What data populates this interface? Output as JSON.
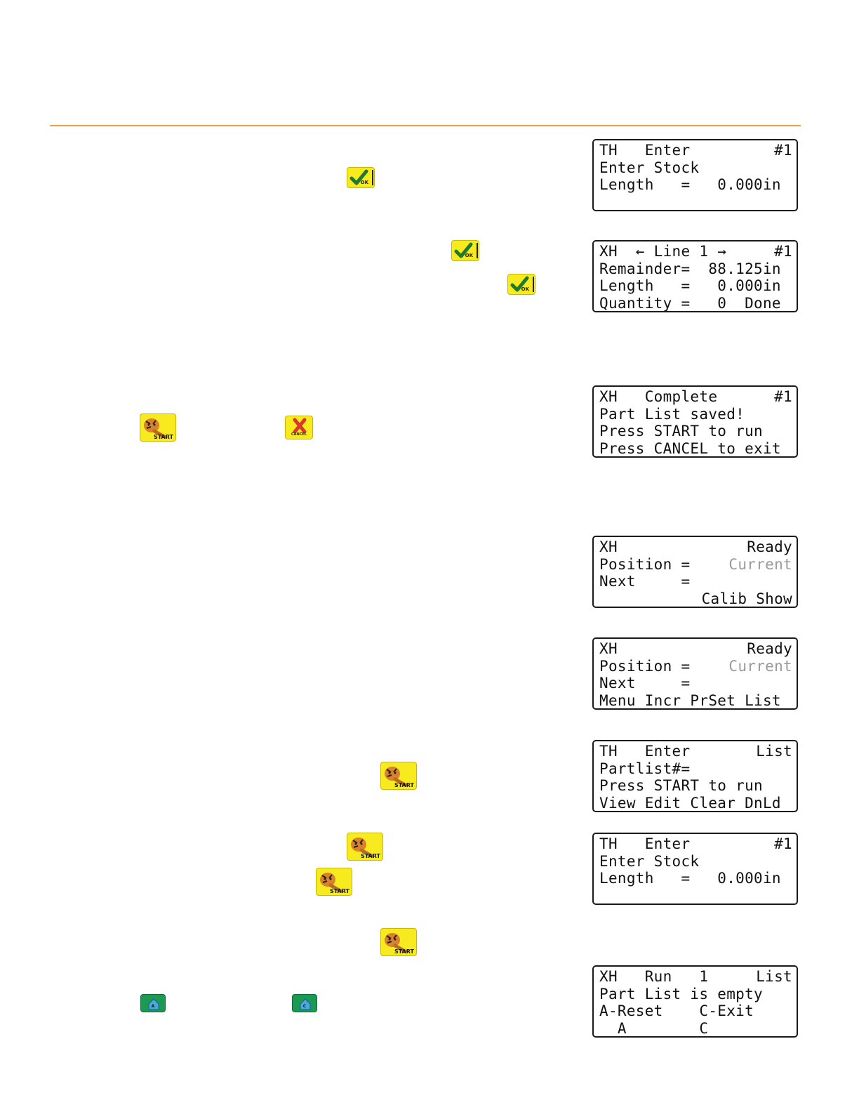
{
  "screens": [
    {
      "lines": [
        [
          "TH   Enter",
          "#1"
        ],
        [
          "Enter Stock",
          ""
        ],
        [
          "Length   =   0.000in",
          ""
        ],
        [
          "",
          ""
        ]
      ]
    },
    {
      "lines": [
        [
          "XH  ← Line 1 →",
          "#1"
        ],
        [
          "Remainder=  88.125in",
          ""
        ],
        [
          "Length   =   0.000in",
          ""
        ],
        [
          "Quantity =   0  Done",
          ""
        ]
      ]
    },
    {
      "lines": [
        [
          "XH   Complete",
          "#1"
        ],
        [
          "Part List saved!",
          ""
        ],
        [
          "Press START to run",
          ""
        ],
        [
          "Press CANCEL to exit",
          ""
        ]
      ]
    },
    {
      "lines": [
        [
          "XH",
          "Ready"
        ],
        [
          "Position =",
          "Current"
        ],
        [
          "Next     =",
          ""
        ],
        [
          "",
          "Calib Show"
        ]
      ]
    },
    {
      "lines": [
        [
          "XH",
          "Ready"
        ],
        [
          "Position =",
          "Current"
        ],
        [
          "Next     =",
          ""
        ],
        [
          "Menu Incr PrSet List",
          ""
        ]
      ]
    },
    {
      "lines": [
        [
          "TH   Enter",
          "List"
        ],
        [
          "Partlist#=",
          ""
        ],
        [
          "Press START to run",
          ""
        ],
        [
          "View Edit Clear DnLd",
          ""
        ]
      ]
    },
    {
      "lines": [
        [
          "TH   Enter",
          "#1"
        ],
        [
          "Enter Stock",
          ""
        ],
        [
          "Length   =   0.000in",
          ""
        ],
        [
          "",
          ""
        ]
      ]
    },
    {
      "lines": [
        [
          "XH   Run   1",
          "List"
        ],
        [
          "Part List is empty",
          ""
        ],
        [
          "A-Reset    C-Exit",
          ""
        ],
        [
          "  A        C",
          ""
        ]
      ]
    }
  ],
  "keys": {
    "ok": "OK",
    "start": "START",
    "cancel": "CANCEL",
    "home_a": "A",
    "home_c": "C"
  }
}
